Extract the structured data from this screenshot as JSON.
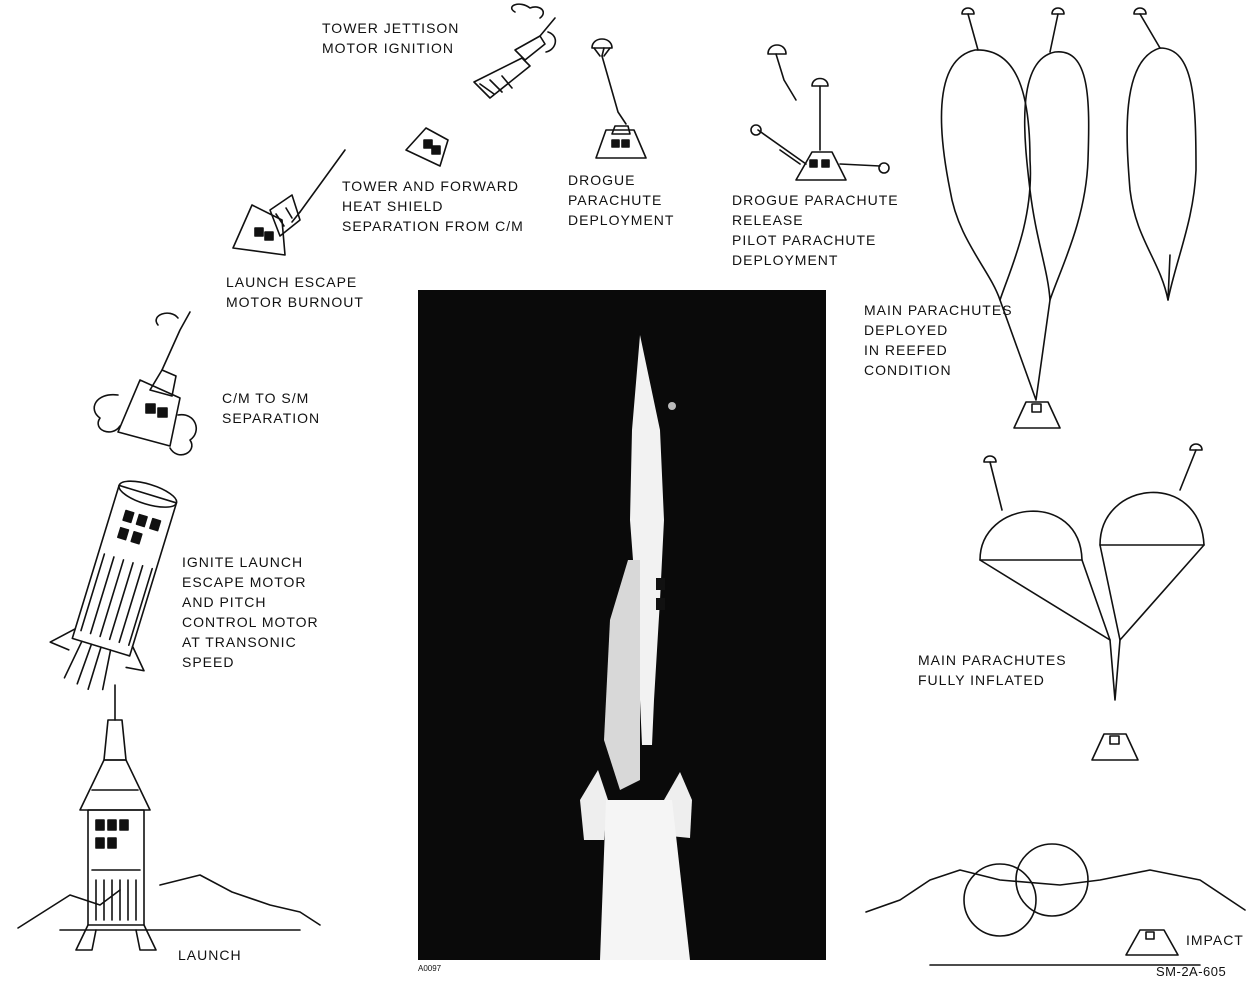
{
  "labels": {
    "tower_jettison": [
      "TOWER JETTISON",
      "MOTOR IGNITION"
    ],
    "tower_forward": [
      "TOWER AND FORWARD",
      "HEAT SHIELD",
      "SEPARATION FROM C/M"
    ],
    "drogue_deploy": [
      "DROGUE",
      "PARACHUTE",
      "DEPLOYMENT"
    ],
    "drogue_release": [
      "DROGUE PARACHUTE",
      "RELEASE",
      "PILOT PARACHUTE",
      "DEPLOYMENT"
    ],
    "escape_burnout": [
      "LAUNCH ESCAPE",
      "MOTOR BURNOUT"
    ],
    "cm_sm_sep": [
      "C/M TO S/M",
      "SEPARATION"
    ],
    "ignite": [
      "IGNITE LAUNCH",
      "ESCAPE MOTOR",
      "AND PITCH",
      "CONTROL MOTOR",
      "AT TRANSONIC",
      "SPEED"
    ],
    "main_reefed": [
      "MAIN PARACHUTES",
      "DEPLOYED",
      "IN REEFED",
      "CONDITION"
    ],
    "main_inflated": [
      "MAIN PARACHUTES",
      "FULLY INFLATED"
    ],
    "launch": "LAUNCH",
    "impact": "IMPACT"
  },
  "photo_id": "A0097",
  "figure_code": "SM-2A-605",
  "colors": {
    "ink": "#111111",
    "photo_background": "#0a0a0a",
    "paper": "#ffffff"
  }
}
